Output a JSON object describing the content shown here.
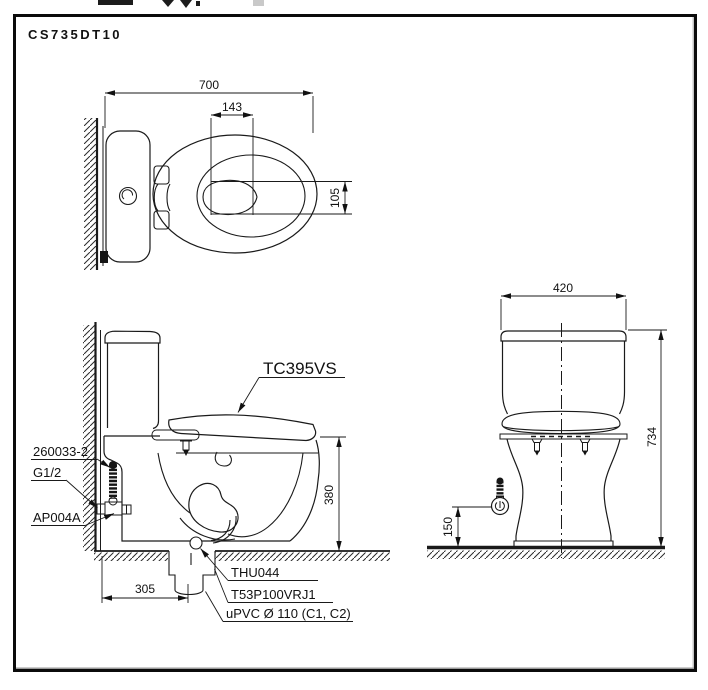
{
  "drawing": {
    "model": "CS735DT10",
    "top_view": {
      "dim_length": "700",
      "dim_water_spot_length": "143",
      "dim_water_spot_width": "105"
    },
    "side_view": {
      "seat_label": "TC395VS",
      "hose_label": "260033-2",
      "inlet_label": "G1/2",
      "valve_label": "AP004A",
      "dim_rim_height": "380",
      "dim_rough_in": "305",
      "flange_label": "THU044",
      "joint_label": "T53P100VRJ1",
      "pipe_label": "uPVC Ø 110 (C1, C2)"
    },
    "front_view": {
      "dim_tank_width": "420",
      "dim_overall_height": "734",
      "dim_supply_height": "150"
    }
  }
}
